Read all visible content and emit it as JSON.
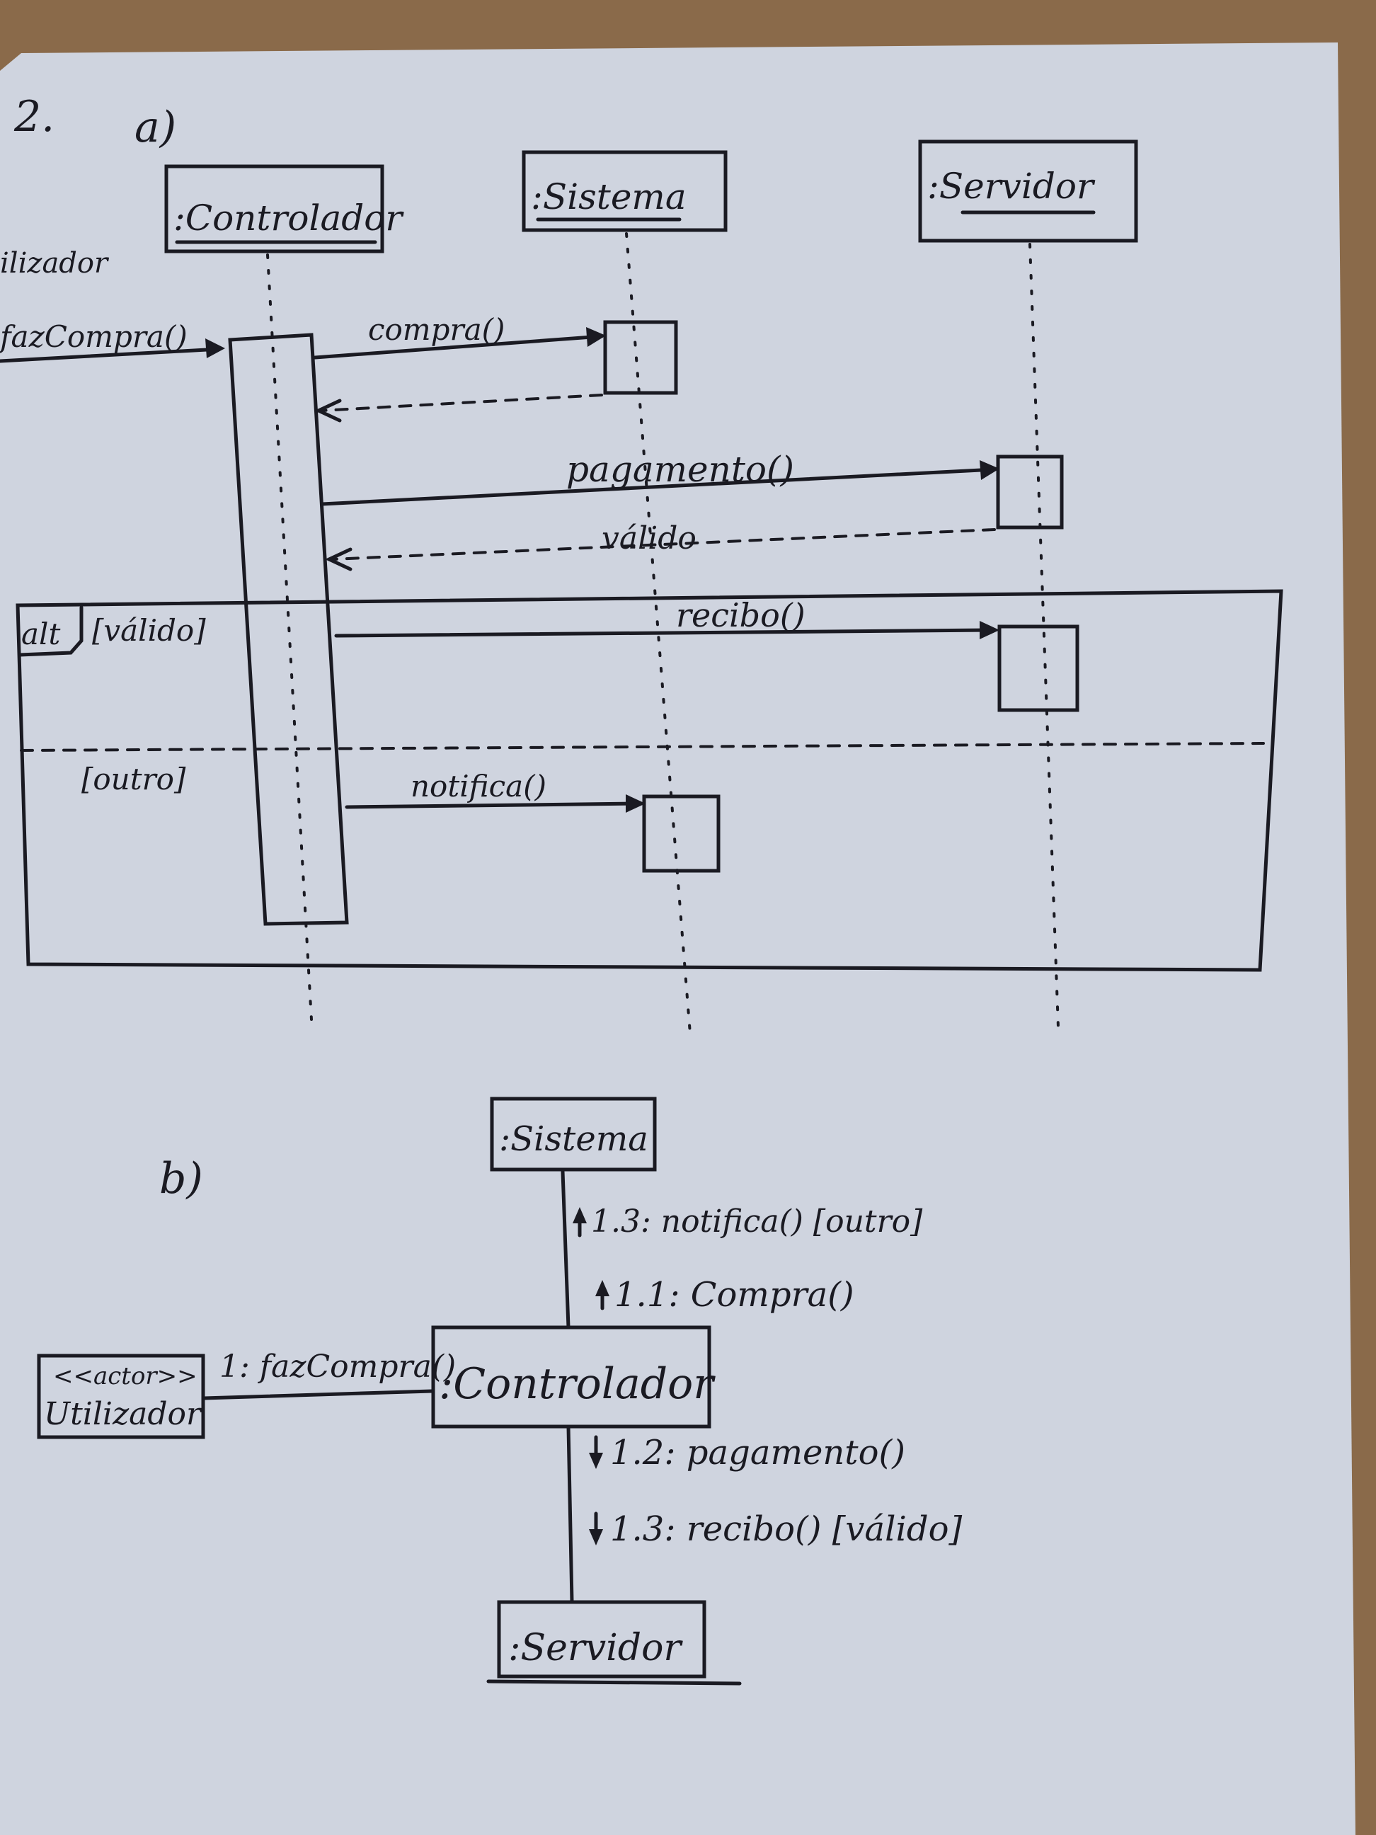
{
  "question_number": "2.",
  "part_a": {
    "label": "a)",
    "lifelines": [
      ":Controlador",
      ":Sistema",
      ":Servidor"
    ],
    "actor_fragment": "ilizador",
    "messages": {
      "entry": "fazCompra()",
      "compra": "compra()",
      "pagamento": "pagamento()",
      "valido_return": "válido",
      "recibo": "recibo()",
      "notifica": "notifica()"
    },
    "fragment": {
      "operator": "alt",
      "guard_1": "[válido]",
      "guard_2": "[outro]"
    }
  },
  "part_b": {
    "label": "b)",
    "objects": {
      "sistema": ":Sistema",
      "controlador": ":Controlador",
      "servidor": ":Servidor",
      "actor_stereotype": "<<actor>>",
      "actor_name": "Utilizador"
    },
    "links": {
      "actor_to_controller": "1: fazCompra()",
      "to_sistema_1": "1.3: notifica() [outro]",
      "to_sistema_2": "1.1: Compra()",
      "to_servidor_1": "1.2: pagamento()",
      "to_servidor_2": "1.3: recibo() [válido]"
    }
  },
  "colors": {
    "paper": "#cfd4df",
    "ink": "#1a1a22",
    "background": "#8a6a4a"
  }
}
